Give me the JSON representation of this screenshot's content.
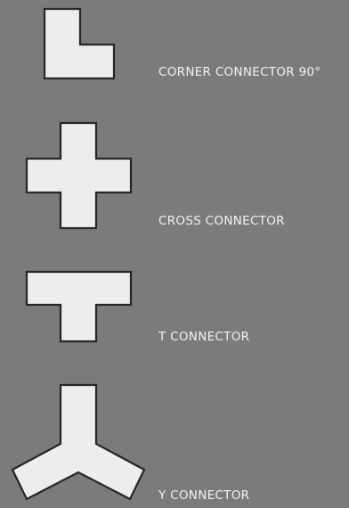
{
  "items": [
    {
      "label": "CORNER CONNECTOR 90°",
      "icon": "corner-connector-icon"
    },
    {
      "label": "CROSS CONNECTOR",
      "icon": "cross-connector-icon"
    },
    {
      "label": "T CONNECTOR",
      "icon": "t-connector-icon"
    },
    {
      "label": "Y CONNECTOR",
      "icon": "y-connector-icon"
    }
  ],
  "colors": {
    "background": "#7a7b7d",
    "shape_fill": "#ededed",
    "shape_outline": "#262626",
    "label_text": "#f2f2f2"
  }
}
